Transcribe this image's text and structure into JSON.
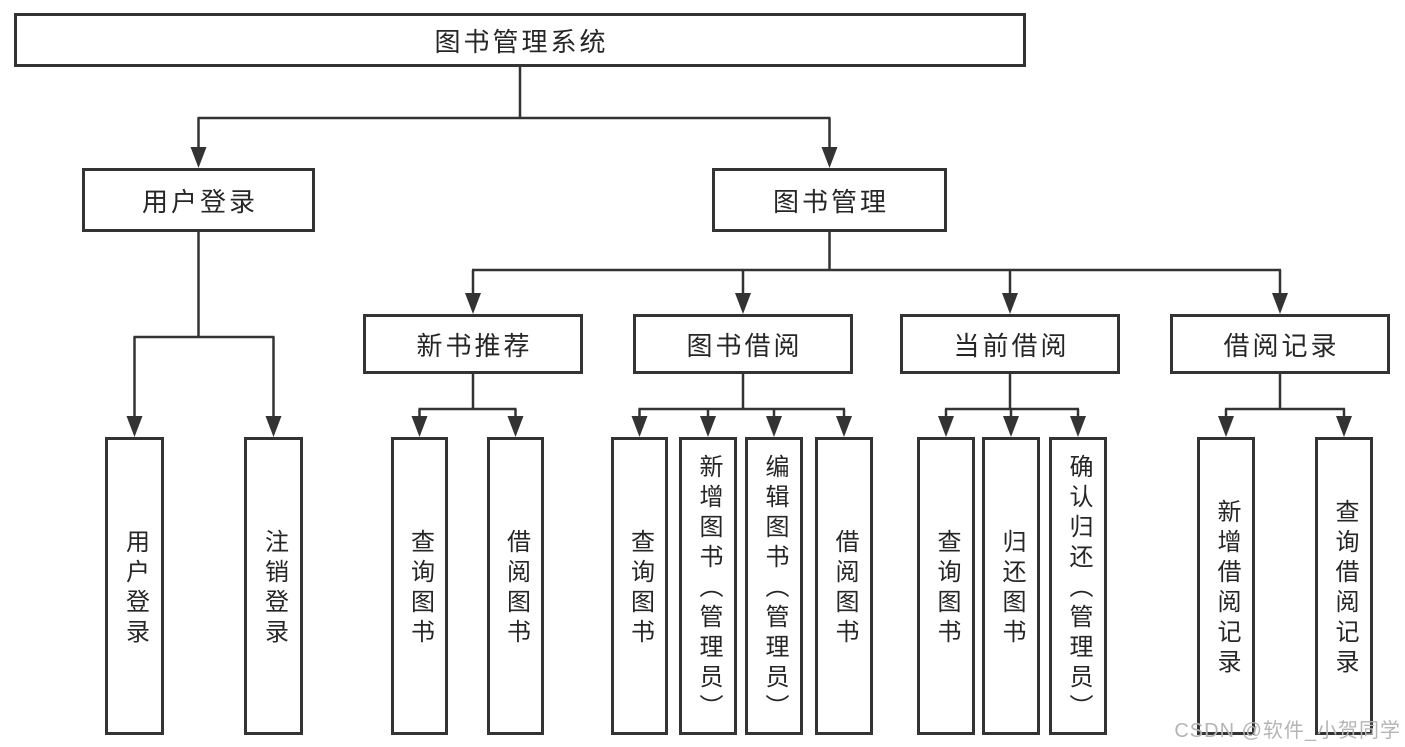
{
  "watermark": "CSDN @软件_小贺同学",
  "colors": {
    "line": "#333333",
    "box_border": "#333333",
    "text": "#262626",
    "watermark": "#b5b5b5",
    "background": "#ffffff"
  },
  "diagram": {
    "title": "图书管理系统",
    "type": "hierarchy-tree",
    "nodes": [
      {
        "id": "root",
        "label": "图书管理系统"
      },
      {
        "id": "user-login",
        "label": "用户登录"
      },
      {
        "id": "book-mgmt",
        "label": "图书管理"
      },
      {
        "id": "new-book-rec",
        "label": "新书推荐"
      },
      {
        "id": "book-borrow",
        "label": "图书借阅"
      },
      {
        "id": "current-borrow",
        "label": "当前借阅"
      },
      {
        "id": "borrow-records",
        "label": "借阅记录"
      },
      {
        "id": "leaf-user-login",
        "label": "用户登录"
      },
      {
        "id": "leaf-logout",
        "label": "注销登录"
      },
      {
        "id": "leaf-query-book-1",
        "label": "查询图书"
      },
      {
        "id": "leaf-borrow-book-1",
        "label": "借阅图书"
      },
      {
        "id": "leaf-query-book-2",
        "label": "查询图书"
      },
      {
        "id": "leaf-add-book",
        "label": "新增图书（管理员）"
      },
      {
        "id": "leaf-edit-book",
        "label": "编辑图书（管理员）"
      },
      {
        "id": "leaf-borrow-book-2",
        "label": "借阅图书"
      },
      {
        "id": "leaf-query-book-3",
        "label": "查询图书"
      },
      {
        "id": "leaf-return-book",
        "label": "归还图书"
      },
      {
        "id": "leaf-confirm-return",
        "label": "确认归还（管理员）"
      },
      {
        "id": "leaf-add-record",
        "label": "新增借阅记录"
      },
      {
        "id": "leaf-query-record",
        "label": "查询借阅记录"
      }
    ],
    "edges": [
      {
        "from": "root",
        "to": [
          "user-login",
          "book-mgmt"
        ]
      },
      {
        "from": "user-login",
        "to": [
          "leaf-user-login",
          "leaf-logout"
        ]
      },
      {
        "from": "book-mgmt",
        "to": [
          "new-book-rec",
          "book-borrow",
          "current-borrow",
          "borrow-records"
        ]
      },
      {
        "from": "new-book-rec",
        "to": [
          "leaf-query-book-1",
          "leaf-borrow-book-1"
        ]
      },
      {
        "from": "book-borrow",
        "to": [
          "leaf-query-book-2",
          "leaf-add-book",
          "leaf-edit-book",
          "leaf-borrow-book-2"
        ]
      },
      {
        "from": "current-borrow",
        "to": [
          "leaf-query-book-3",
          "leaf-return-book",
          "leaf-confirm-return"
        ]
      },
      {
        "from": "borrow-records",
        "to": [
          "leaf-add-record",
          "leaf-query-record"
        ]
      }
    ]
  }
}
